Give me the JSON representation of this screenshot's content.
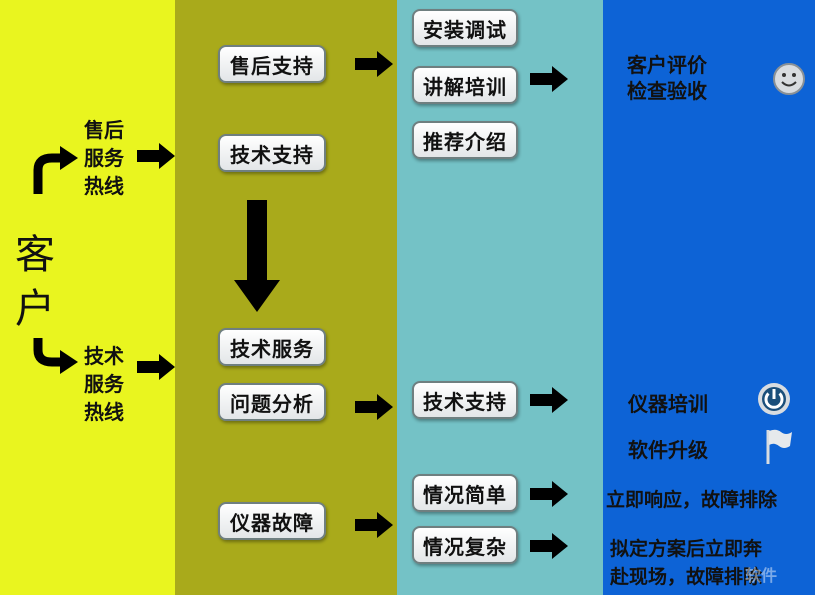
{
  "colors": {
    "col1": "#e9f51f",
    "col2": "#a9aa1b",
    "col3": "#74c2c6",
    "col4": "#0d63d6"
  },
  "customer": {
    "line1": "客",
    "line2": "户"
  },
  "hotlines": {
    "after_sales": [
      "售后",
      "服务",
      "热线"
    ],
    "tech": [
      "技术",
      "服务",
      "热线"
    ]
  },
  "col2": {
    "after_sales_support": "售后支持",
    "tech_support": "技术支持",
    "tech_service": "技术服务",
    "problem_analysis": "问题分析",
    "instrument_fault": "仪器故障"
  },
  "col3": {
    "install_debug": "安装调试",
    "explain_train": "讲解培训",
    "recommend": "推荐介绍",
    "tech_support": "技术支持",
    "simple_case": "情况简单",
    "complex_case": "情况复杂"
  },
  "col4": {
    "eval_line1": "客户评价",
    "eval_line2": "检查验收",
    "instrument_training": "仪器培训",
    "software_upgrade": "软件升级",
    "respond": "立即响应，故障排除",
    "plan_line1": "拟定方案后立即奔",
    "plan_line2": "赴现场，故障排除"
  },
  "icons": [
    "smiley-icon",
    "power-icon",
    "flag-icon"
  ],
  "watermark": "软件"
}
